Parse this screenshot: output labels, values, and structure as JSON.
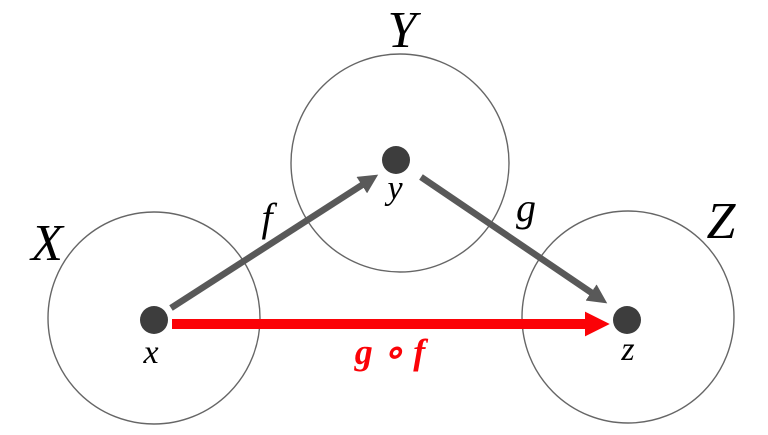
{
  "figure": {
    "sets": {
      "x": {
        "label": "X",
        "element": "x"
      },
      "y": {
        "label": "Y",
        "element": "y"
      },
      "z": {
        "label": "Z",
        "element": "z"
      }
    },
    "arrows": {
      "f": {
        "label": "f"
      },
      "g": {
        "label": "g"
      },
      "composition": {
        "label": "g ∘ f"
      }
    },
    "colors": {
      "arrow_gray": "#595959",
      "dot_gray": "#3d3d3d",
      "circle_stroke": "#666666",
      "composition_red": "#fb0207",
      "text_black": "#000000",
      "background": "#ffffff"
    }
  }
}
